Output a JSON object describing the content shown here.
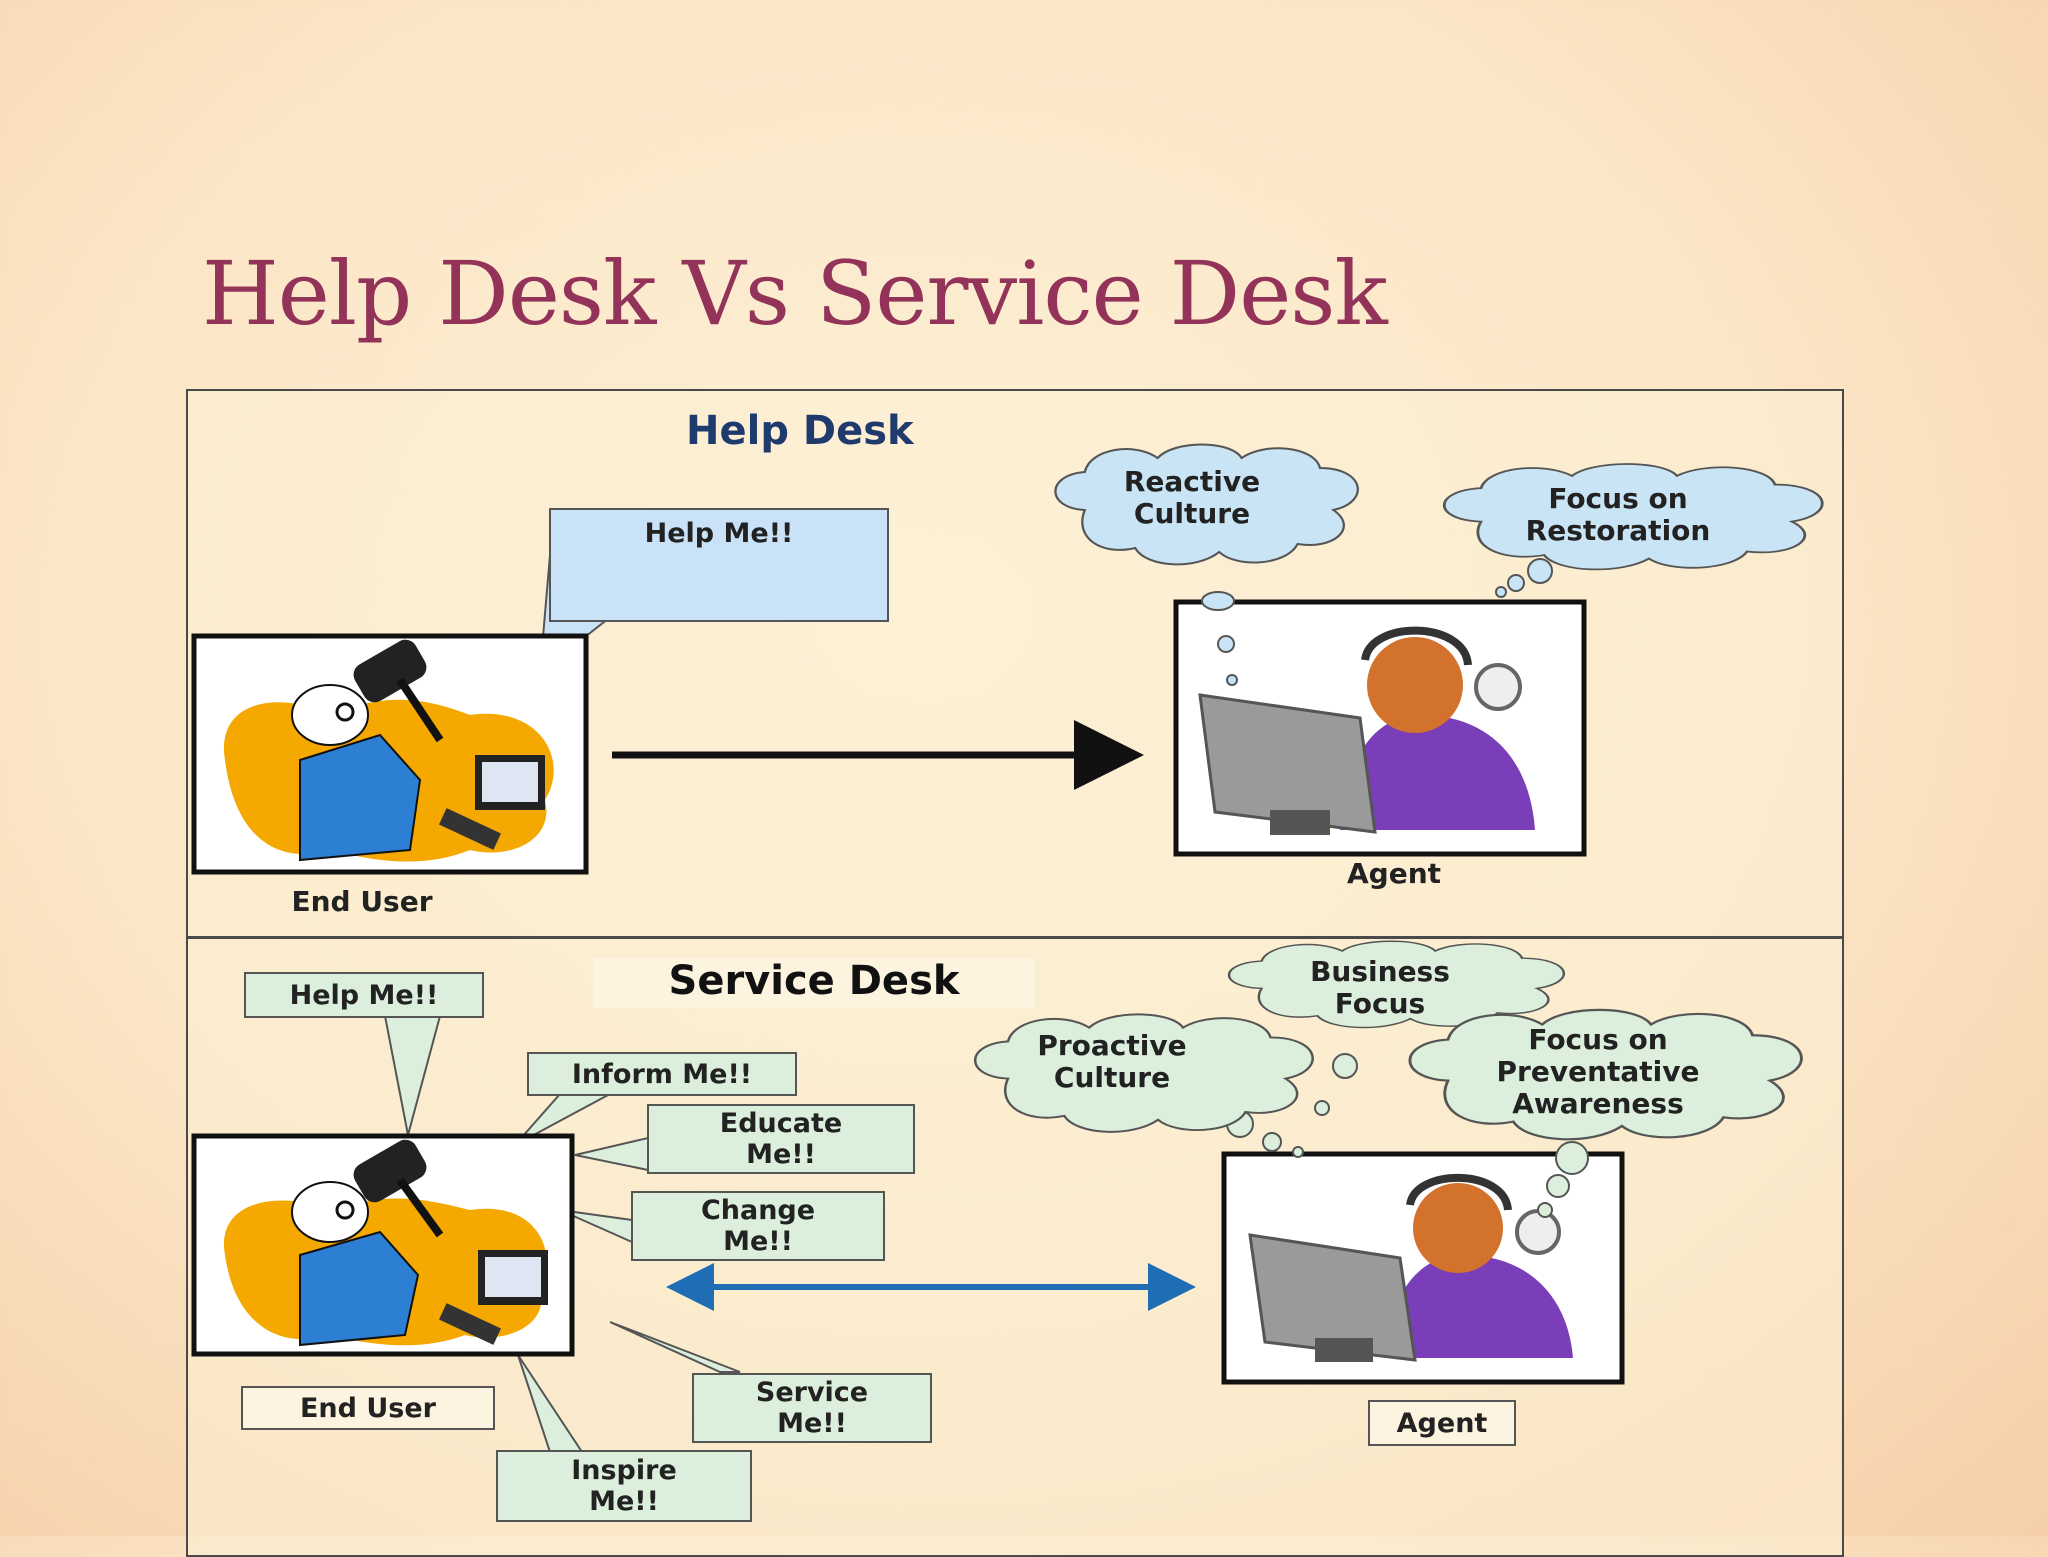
{
  "slide": {
    "title": "Help Desk Vs Service Desk"
  },
  "help_desk": {
    "heading": "Help Desk",
    "callout": "Help Me!!",
    "end_user_label": "End User",
    "agent_label": "Agent",
    "clouds": [
      "Reactive\nCulture",
      "Focus on\nRestoration"
    ]
  },
  "service_desk": {
    "heading": "Service Desk",
    "callouts": {
      "help": "Help Me!!",
      "inform": "Inform Me!!",
      "educate": "Educate\nMe!!",
      "change": "Change\nMe!!",
      "service": "Service\nMe!!",
      "inspire": "Inspire\nMe!!"
    },
    "end_user_label": "End User",
    "agent_label": "Agent",
    "clouds": [
      "Business\nFocus",
      "Proactive\nCulture",
      "Focus on\nPreventative\nAwareness"
    ]
  },
  "colors": {
    "title": "#93335a",
    "heading_blue": "#1f3b6e",
    "cloud_fill": "#c9e4f5",
    "cloud_fill_green": "#dcefdc",
    "arrow_blue": "#1f6db5",
    "agent_shirt": "#7a3fb8",
    "user_coat": "#2d7fd4",
    "splash": "#f5a800"
  }
}
